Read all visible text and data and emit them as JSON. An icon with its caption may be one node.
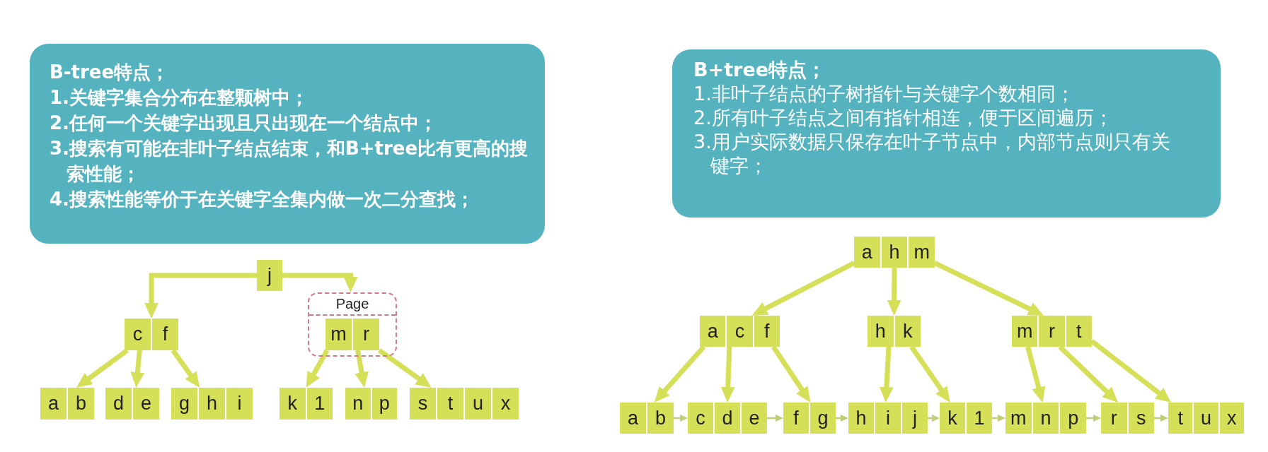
{
  "diagram": {
    "nodes": [
      {
        "text": [
          "B-tree特点；",
          "1.关键字集合分布在整颗树中；",
          "2.任何一个关键字出现且只出现在一个结点中；",
          "3.搜索有可能在非叶子结点结束，和B+tree比有更高的搜索性能；",
          "4.搜索性能等价于在关键字全集内做一次二分查找；"
        ]
      },
      {
        "text": [
          "B+tree特点；",
          "1.非叶子结点的子树指针与关键字个数相同；",
          "2.所有叶子结点之间有指针相连，便于区间遍历；",
          "3.用户实际数据只保存在叶子节点中，内部节点则只有关键字；"
        ]
      },
      {
        "text": [
          "j"
        ]
      },
      {
        "text": [
          "c",
          "f"
        ]
      },
      {
        "text": [
          "Page"
        ]
      },
      {
        "text": [
          "m",
          "r"
        ],
        "in": 4
      },
      {
        "text": [
          "a",
          "b"
        ]
      },
      {
        "text": [
          "d",
          "e"
        ]
      },
      {
        "text": [
          "g",
          "h",
          "i"
        ]
      },
      {
        "text": [
          "k",
          "1"
        ]
      },
      {
        "text": [
          "n",
          "p"
        ]
      },
      {
        "text": [
          "s",
          "t",
          "u",
          "x"
        ]
      },
      {
        "text": [
          "a",
          "h",
          "m"
        ]
      },
      {
        "text": [
          "a",
          "c",
          "f"
        ]
      },
      {
        "text": [
          "h",
          "k"
        ]
      },
      {
        "text": [
          "m",
          "r",
          "t"
        ]
      },
      {
        "text": [
          "a",
          "b"
        ]
      },
      {
        "text": [
          "c",
          "d",
          "e"
        ]
      },
      {
        "text": [
          "f",
          "g"
        ]
      },
      {
        "text": [
          "h",
          "i",
          "j"
        ]
      },
      {
        "text": [
          "k",
          "1"
        ]
      },
      {
        "text": [
          "m",
          "n",
          "p"
        ]
      },
      {
        "text": [
          "r",
          "s"
        ]
      },
      {
        "text": [
          "t",
          "u",
          "x"
        ]
      }
    ],
    "edges": [
      {
        "from": 2,
        "to": 3,
        "arrow": "to"
      },
      {
        "from": 2,
        "to": 4,
        "arrow": "to"
      },
      {
        "from": 3,
        "to": 6,
        "arrow": "to"
      },
      {
        "from": 3,
        "to": 7,
        "arrow": "to"
      },
      {
        "from": 3,
        "to": 8,
        "arrow": "to"
      },
      {
        "from": 5,
        "to": 9,
        "arrow": "to"
      },
      {
        "from": 5,
        "to": 10,
        "arrow": "to"
      },
      {
        "from": 5,
        "to": 11,
        "arrow": "to"
      },
      {
        "from": 12,
        "to": 13,
        "arrow": "to"
      },
      {
        "from": 12,
        "to": 14,
        "arrow": "to"
      },
      {
        "from": 12,
        "to": 15,
        "arrow": "to"
      },
      {
        "from": 13,
        "to": 16,
        "arrow": "to"
      },
      {
        "from": 13,
        "to": 17,
        "arrow": "to"
      },
      {
        "from": 13,
        "to": 18,
        "arrow": "to"
      },
      {
        "from": 14,
        "to": 19,
        "arrow": "to"
      },
      {
        "from": 14,
        "to": 20,
        "arrow": "to"
      },
      {
        "from": 15,
        "to": 21,
        "arrow": "to"
      },
      {
        "from": 15,
        "to": 22,
        "arrow": "to"
      },
      {
        "from": 15,
        "to": 23,
        "arrow": "to"
      },
      {
        "from": 16,
        "to": 17,
        "arrow": "to",
        "color": "#c3cc7a"
      },
      {
        "from": 17,
        "to": 18,
        "arrow": "to",
        "color": "#c3cc7a"
      },
      {
        "from": 18,
        "to": 19,
        "arrow": "to",
        "color": "#c3cc7a"
      },
      {
        "from": 19,
        "to": 20,
        "arrow": "to",
        "color": "#c3cc7a"
      },
      {
        "from": 20,
        "to": 21,
        "arrow": "to",
        "color": "#c3cc7a"
      },
      {
        "from": 21,
        "to": 22,
        "arrow": "to",
        "color": "#c3cc7a"
      },
      {
        "from": 22,
        "to": 23,
        "arrow": "to",
        "color": "#c3cc7a"
      }
    ]
  }
}
